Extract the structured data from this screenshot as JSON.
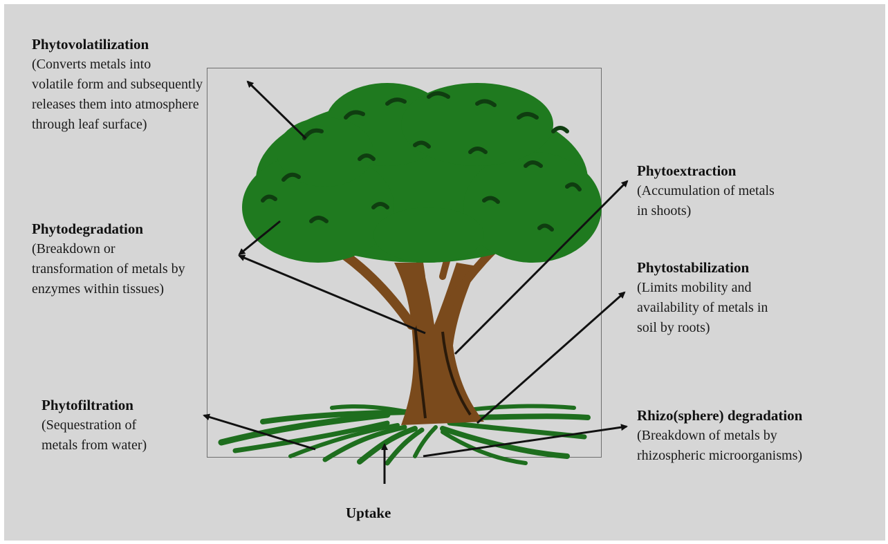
{
  "labels": {
    "phytovolatilization": {
      "title": "Phytovolatilization",
      "lines": [
        "(Converts metals into",
        "volatile form and subsequently",
        "releases them into atmosphere",
        "through leaf surface)"
      ]
    },
    "phytodegradation": {
      "title": "Phytodegradation",
      "lines": [
        "(Breakdown or",
        "transformation of metals by",
        "enzymes within tissues)"
      ]
    },
    "phytofiltration": {
      "title": "Phytofiltration",
      "lines": [
        "(Sequestration of",
        "metals from water)"
      ]
    },
    "phytoextraction": {
      "title": "Phytoextraction",
      "lines": [
        "(Accumulation of metals",
        "in shoots)"
      ]
    },
    "phytostabilization": {
      "title": "Phytostabilization",
      "lines": [
        "(Limits mobility and",
        "availability of metals in",
        "soil by roots)"
      ]
    },
    "rhizodegradation": {
      "title": "Rhizo(sphere) degradation",
      "lines": [
        "(Breakdown of metals by",
        "rhizospheric microorganisms)"
      ]
    },
    "uptake": {
      "title": "Uptake"
    }
  },
  "colors": {
    "background": "#d6d6d6",
    "foliage": "#1f7a1f",
    "foliage_dark": "#0f4d12",
    "trunk": "#7a4a1c",
    "arrow": "#111111"
  }
}
